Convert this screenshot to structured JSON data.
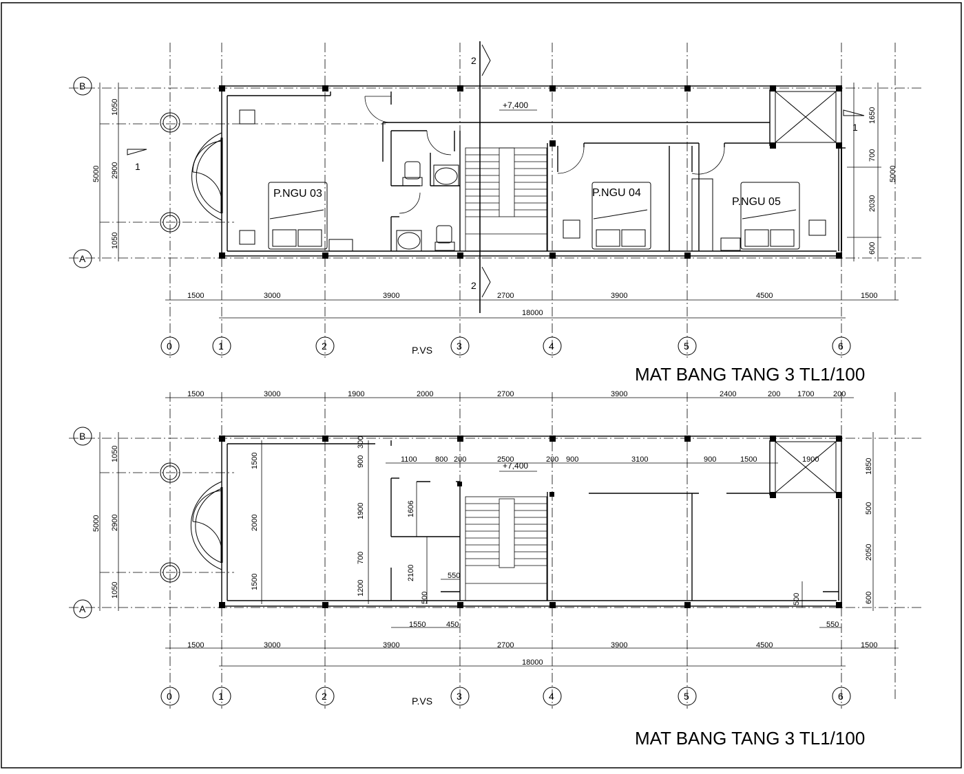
{
  "plans": [
    {
      "title": "MAT BANG TANG 3 TL1/100",
      "level": "+7,400",
      "wc_label": "P.VS",
      "rooms": [
        "P.NGU 03",
        "P.NGU 04",
        "P.NGU 05"
      ],
      "section_marks": [
        "1",
        "1",
        "2",
        "2"
      ],
      "bottom_dims": [
        "1500",
        "3000",
        "3900",
        "2700",
        "3900",
        "4500",
        "1500"
      ],
      "total_dim": "18000",
      "left_dims": [
        "5000",
        "1050",
        "2900",
        "1050"
      ],
      "right_dims": [
        "5000",
        "1650",
        "700",
        "2030",
        "600"
      ]
    },
    {
      "title": "MAT BANG TANG 3 TL1/100",
      "level": "+7,400",
      "wc_label": "P.VS",
      "top_dims": [
        "1500",
        "3000",
        "1900",
        "2000",
        "2700",
        "3900",
        "2400",
        "200",
        "1700",
        "200"
      ],
      "inner_top_dims": [
        "1100",
        "800",
        "200",
        "2500",
        "200",
        "900",
        "3100",
        "900",
        "1500",
        "1900"
      ],
      "bottom_dims": [
        "1500",
        "3000",
        "3900",
        "2700",
        "3900",
        "4500",
        "1500"
      ],
      "total_dim": "18000",
      "left_dims": [
        "5000",
        "1050",
        "2900",
        "1050"
      ],
      "inner_left_dims": [
        "1500",
        "2000",
        "1500"
      ],
      "stair_left_dims": [
        "300",
        "900",
        "1900",
        "700",
        "1200"
      ],
      "wc_dims": [
        "1606",
        "2100",
        "500",
        "550",
        "1550",
        "450"
      ],
      "right_dims": [
        "1850",
        "500",
        "2050",
        "600"
      ],
      "right_small_dims": [
        "500",
        "550"
      ]
    }
  ],
  "grid_axes": {
    "columns": [
      "0",
      "1",
      "2",
      "3",
      "4",
      "5",
      "6"
    ],
    "rows": [
      "B",
      "A"
    ]
  }
}
